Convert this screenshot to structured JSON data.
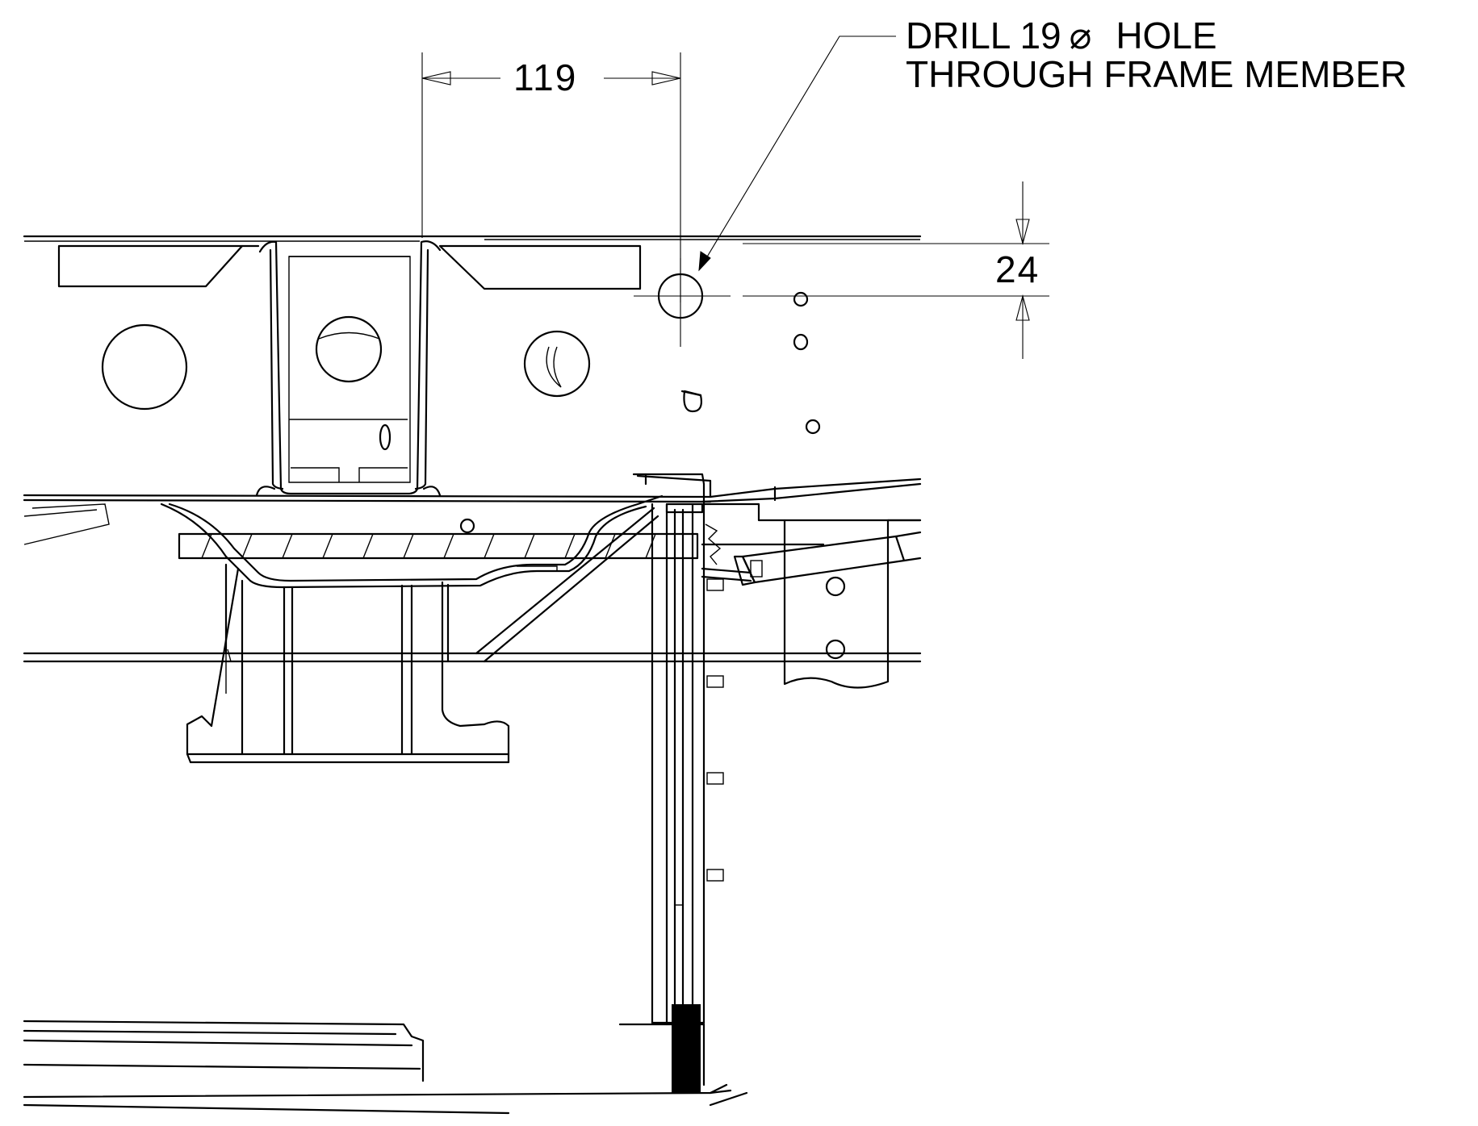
{
  "note": {
    "line1": "DRILL 19",
    "diameter_symbol": "⌀",
    "line1_suffix": "HOLE",
    "line2": "THROUGH FRAME MEMBER"
  },
  "dimensions": {
    "horizontal": "119",
    "vertical": "24"
  }
}
